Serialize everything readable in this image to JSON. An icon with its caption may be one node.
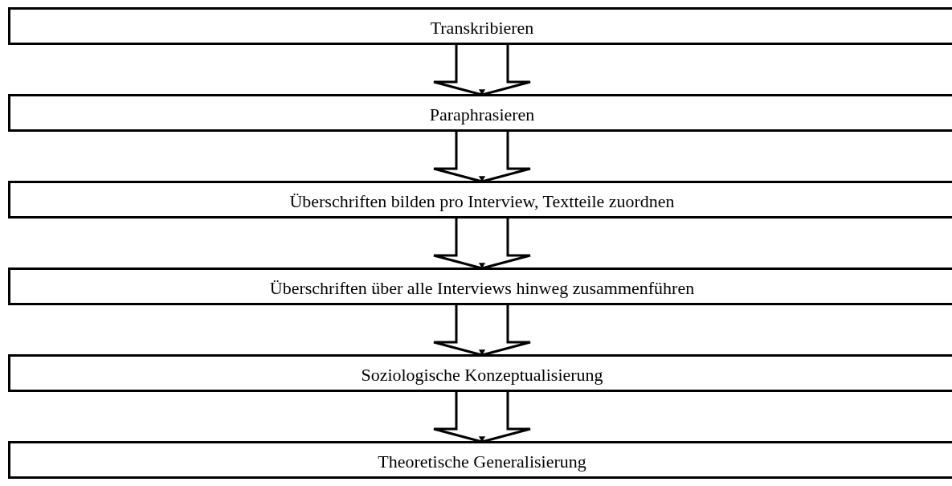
{
  "diagram": {
    "nodes": [
      {
        "text": [
          "Transkribieren"
        ]
      },
      {
        "text": [
          "Paraphrasieren"
        ]
      },
      {
        "text": [
          "Überschriften bilden pro Interview, Textteile zuordnen"
        ]
      },
      {
        "text": [
          "Überschriften über alle Interviews hinweg zusammenführen"
        ]
      },
      {
        "text": [
          "Soziologische Konzeptualisierung"
        ]
      },
      {
        "text": [
          "Theoretische Generalisierung"
        ]
      }
    ],
    "edges": [
      {
        "from": 0,
        "to": 1,
        "arrow": "to"
      },
      {
        "from": 1,
        "to": 2,
        "arrow": "to"
      },
      {
        "from": 2,
        "to": 3,
        "arrow": "to"
      },
      {
        "from": 3,
        "to": 4,
        "arrow": "to"
      },
      {
        "from": 4,
        "to": 5,
        "arrow": "to"
      }
    ]
  }
}
